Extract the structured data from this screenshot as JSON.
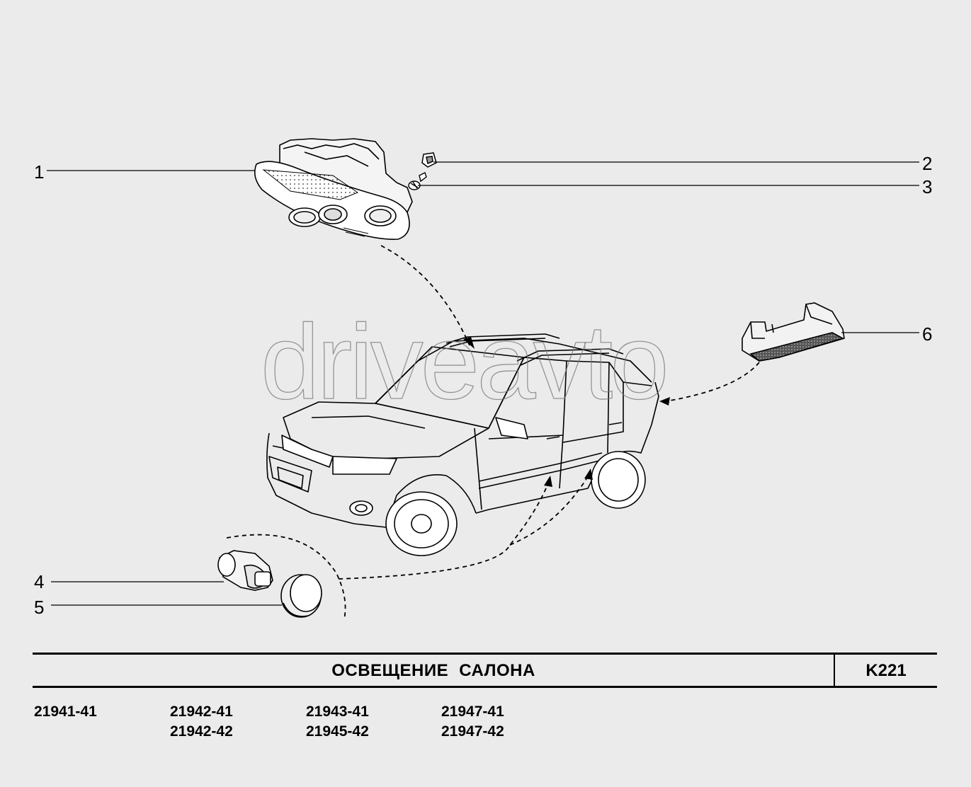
{
  "watermark": "driveavto",
  "callouts": [
    {
      "label": "1"
    },
    {
      "label": "2"
    },
    {
      "label": "3"
    },
    {
      "label": "4"
    },
    {
      "label": "5"
    },
    {
      "label": "6"
    }
  ],
  "title": "ОСВЕЩЕНИЕ САЛОНА",
  "code": "K221",
  "models": [
    [
      "21941-41"
    ],
    [
      "21942-41",
      "21942-42"
    ],
    [
      "21943-41",
      "21945-42"
    ],
    [
      "21947-41",
      "21947-42"
    ]
  ],
  "colors": {
    "background": "#ebebeb",
    "line": "#000000",
    "watermark_stroke": "#777777"
  }
}
